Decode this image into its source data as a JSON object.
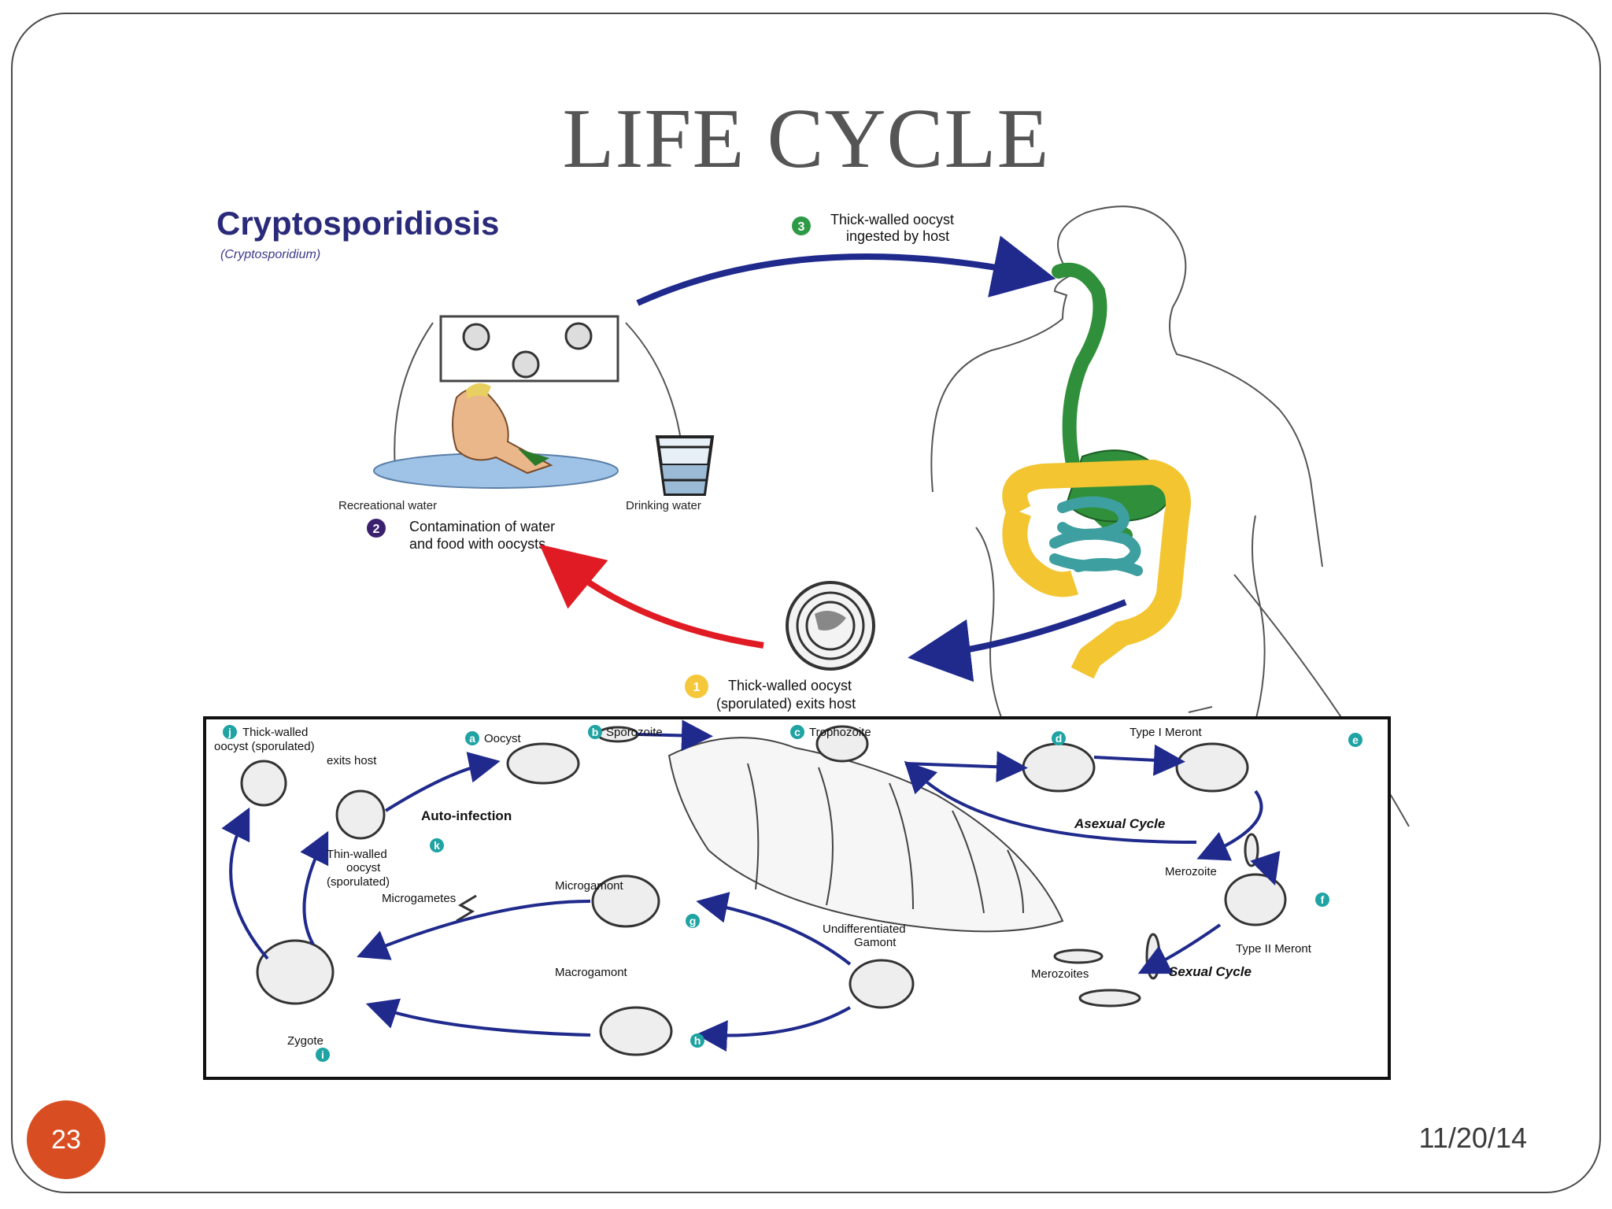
{
  "slide": {
    "title": "LIFE CYCLE",
    "page_number": "23",
    "date": "11/20/14"
  },
  "diagram": {
    "heading": "Cryptosporidiosis",
    "subheading": "(Cryptosporidium)",
    "step1": {
      "num": "1",
      "line1": "Thick-walled oocyst",
      "line2": "(sporulated) exits host"
    },
    "step2": {
      "num": "2",
      "line1": "Contamination of water",
      "line2": "and food with oocysts."
    },
    "step3": {
      "num": "3",
      "line1": "Thick-walled oocyst",
      "line2": "ingested by host"
    },
    "recreational_water": "Recreational water",
    "drinking_water": "Drinking water",
    "colors": {
      "arrow_blue": "#1f2a8c",
      "arrow_red": "#e01b24",
      "gi_green": "#2f8f3a",
      "colon_yellow": "#f2c531",
      "small_intestine_teal": "#3d9fa0",
      "step1_yellow": "#f5c83b",
      "step2_purple": "#3b2070",
      "step3_green": "#2f9a46",
      "inset_badge_teal": "#1fa3a3"
    },
    "inset": {
      "a": {
        "letter": "a",
        "label": "Oocyst"
      },
      "b": {
        "letter": "b",
        "label": "Sporozoite"
      },
      "c": {
        "letter": "c",
        "label": "Trophozoite"
      },
      "d": {
        "letter": "d",
        "label": "Type I Meront"
      },
      "e": {
        "letter": "e"
      },
      "f": {
        "letter": "f",
        "label": "Type II Meront"
      },
      "g": {
        "letter": "g",
        "label": "Microgamont"
      },
      "h": {
        "letter": "h",
        "label": "Macrogamont"
      },
      "i": {
        "letter": "i",
        "label": "Zygote"
      },
      "j": {
        "letter": "j",
        "line1": "Thick-walled",
        "line2": "oocyst (sporulated)",
        "line3": "exits host"
      },
      "k": {
        "letter": "k",
        "line1": "Thin-walled",
        "line2": "oocyst",
        "line3": "(sporulated)"
      },
      "auto_infection": "Auto-infection",
      "asexual_cycle": "Asexual Cycle",
      "sexual_cycle": "Sexual Cycle",
      "merozoite": "Merozoite",
      "merozoites": "Merozoites",
      "microgametes": "Microgametes",
      "undiff_line1": "Undifferentiated",
      "undiff_line2": "Gamont"
    }
  }
}
